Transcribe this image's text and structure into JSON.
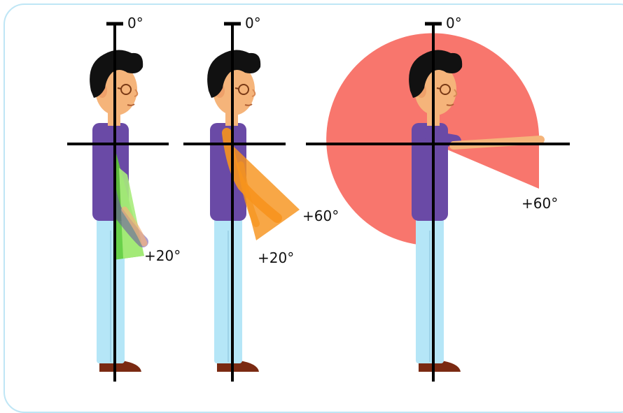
{
  "panels": [
    {
      "top_label": "0°",
      "sweep_label": "+20°"
    },
    {
      "top_label": "0°",
      "low_label": "+20°",
      "high_label": "+60°"
    },
    {
      "top_label": "0°",
      "sweep_label": "+60°"
    }
  ],
  "colors": {
    "green_zone": "#5ccc2c",
    "green_light": "#a8ec7c",
    "orange_zone": "#f7941d",
    "red_zone": "#f8766d",
    "shirt": "#6a4aa6",
    "pants": "#b5e6f7",
    "skin": "#f5b47a",
    "hair": "#111111",
    "shoe": "#7a2a12",
    "axis": "#000000",
    "frame": "#bfe6f5"
  }
}
